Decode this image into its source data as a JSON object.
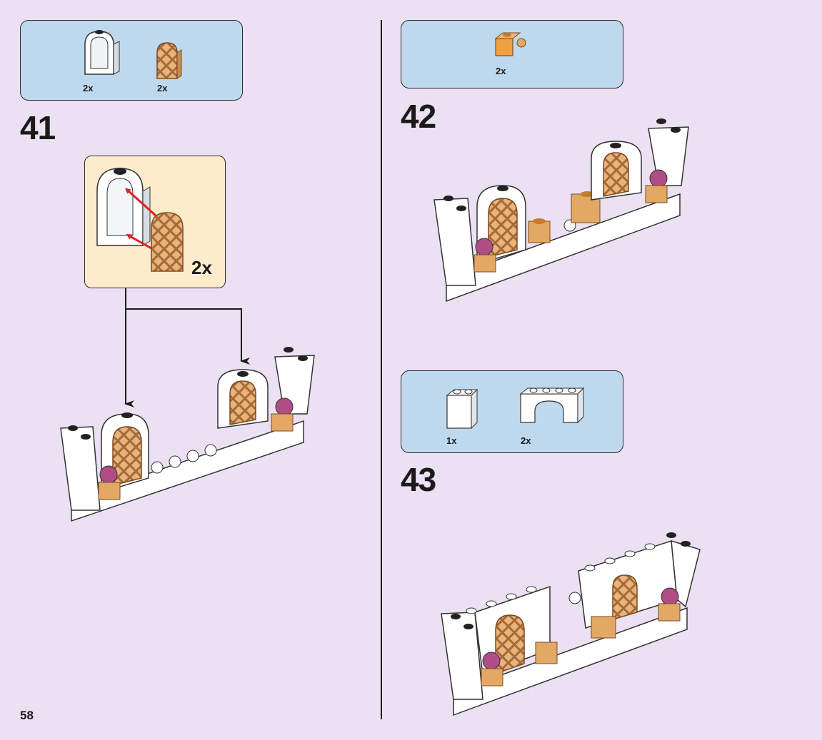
{
  "page": {
    "number": "58"
  },
  "steps": [
    {
      "number": "41",
      "parts": [
        {
          "name": "window-frame-white-icon",
          "qty": "2x"
        },
        {
          "name": "window-lattice-gold-icon",
          "qty": "2x"
        }
      ],
      "subassembly": {
        "qty": "2x"
      }
    },
    {
      "number": "42",
      "parts": [
        {
          "name": "bracket-brick-gold-icon",
          "qty": "2x"
        }
      ]
    },
    {
      "number": "43",
      "parts": [
        {
          "name": "brick-1x2x2-white-icon",
          "qty": "1x"
        },
        {
          "name": "arch-brick-white-icon",
          "qty": "2x"
        }
      ]
    }
  ],
  "colors": {
    "background": "#ebe1f2",
    "parts_box": "#bed9ee",
    "callout": "#fdeccb",
    "brick_white": "#ffffff",
    "brick_gold": "#e3a863",
    "brick_pink": "#b04d87",
    "arrow_red": "#e02020"
  }
}
